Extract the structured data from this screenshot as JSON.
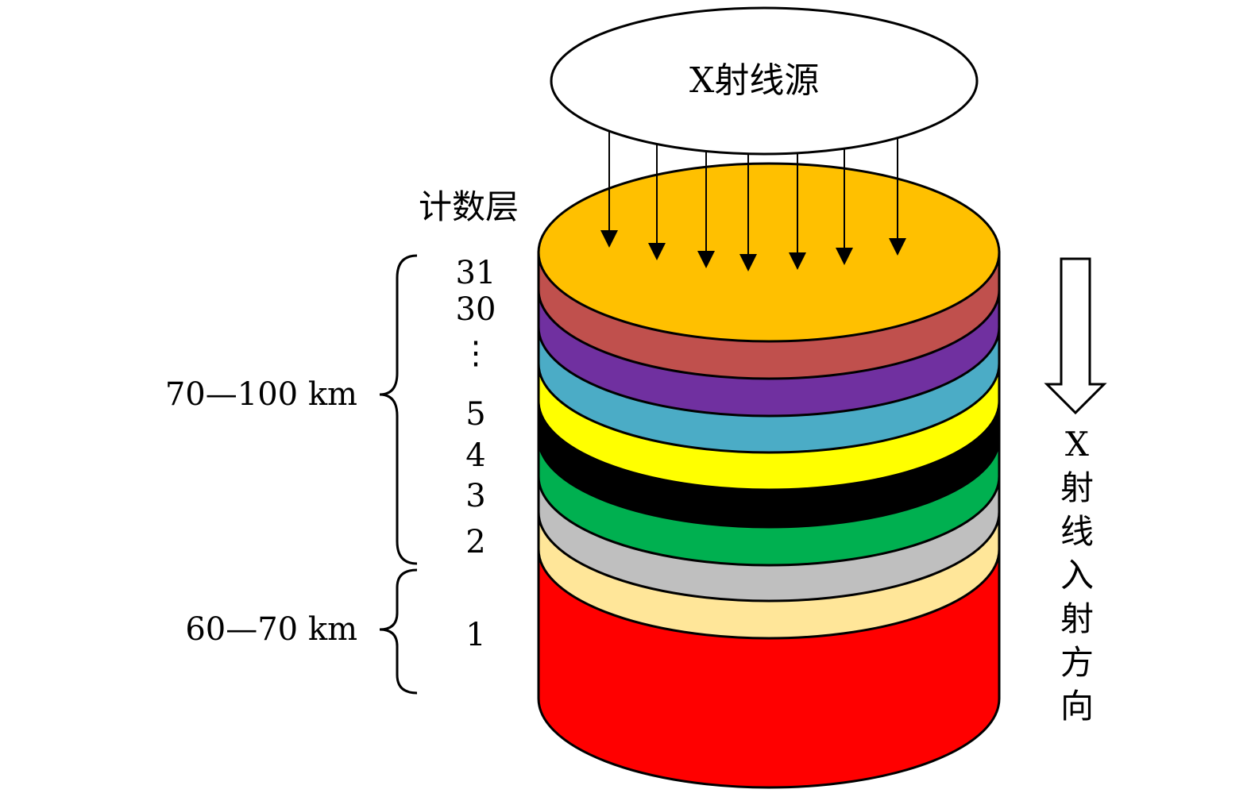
{
  "source_label": "X射线源",
  "counting_layer_label": "计数层",
  "layer_numbers": {
    "n31": "31",
    "n30": "30",
    "dots": "⋮",
    "n5": "5",
    "n4": "4",
    "n3": "3",
    "n2": "2",
    "n1": "1"
  },
  "ranges": {
    "upper": "70—100 km",
    "lower": "60—70 km"
  },
  "direction_label": [
    "X",
    "射",
    "线",
    "入",
    "射",
    "方",
    "向"
  ],
  "layer_colors": [
    "#FF0000",
    "#FFE699",
    "#BFBFBF",
    "#00B050",
    "#000000",
    "#FFFF00",
    "#4BACC6",
    "#7030A0",
    "#C0504D"
  ],
  "top_color": "#FFC000"
}
